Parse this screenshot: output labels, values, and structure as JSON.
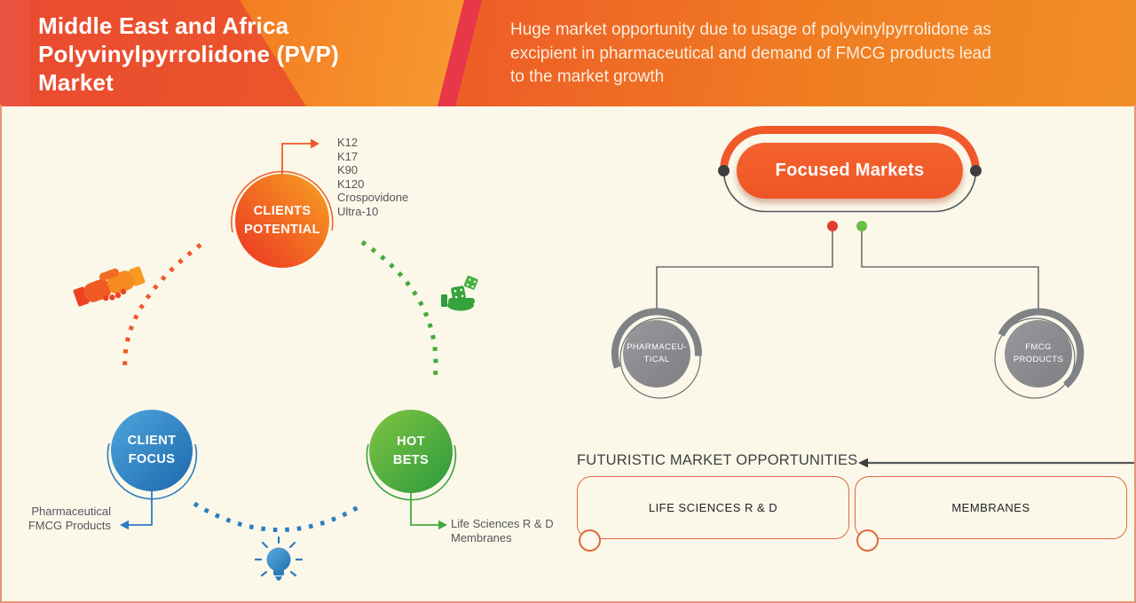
{
  "header": {
    "title": "Middle East and Africa\nPolyvinylpyrrolidone (PVP)\nMarket",
    "subtitle": "Huge market opportunity due to usage of polyvinylpyrrolidone as\nexcipient in pharmaceutical and demand of FMCG products lead\nto the market growth"
  },
  "cycle": {
    "clients_potential": {
      "label": "CLIENTS\nPOTENTIAL",
      "grades": [
        "K12",
        "K17",
        "K90",
        "K120",
        "Crospovidone",
        "Ultra-10"
      ]
    },
    "client_focus": {
      "label": "CLIENT\nFOCUS",
      "items": [
        "Pharmaceutical",
        "FMCG Products"
      ]
    },
    "hot_bets": {
      "label": "HOT\nBETS",
      "items": [
        "Life Sciences R & D",
        "Membranes"
      ]
    }
  },
  "focused_markets": {
    "title": "Focused Markets",
    "branches": [
      {
        "label": "PHARMACEU-\nTICAL"
      },
      {
        "label": "FMCG\nPRODUCTS"
      }
    ]
  },
  "futuristic": {
    "heading": "FUTURISTIC MARKET OPPORTUNITIES",
    "boxes": [
      {
        "label": "LIFE SCIENCES R & D"
      },
      {
        "label": "MEMBRANES"
      }
    ]
  },
  "icons": {
    "handshake": "handshake-icon",
    "dice_hand": "dice-hand-icon",
    "lightbulb": "lightbulb-icon"
  },
  "colors": {
    "background": "#fbf8ea",
    "frame_border": "#e9947a",
    "header_red": "#e94a31",
    "header_orange": "#f28d26",
    "header_slash": "#e73748",
    "accent_orange": "#f1582a",
    "accent_blue": "#2d7cc0",
    "accent_green": "#43aa3d",
    "accent_gray": "#808285",
    "dot_red": "#e23c30",
    "dot_green": "#68be46",
    "text_gray": "#54565a"
  }
}
